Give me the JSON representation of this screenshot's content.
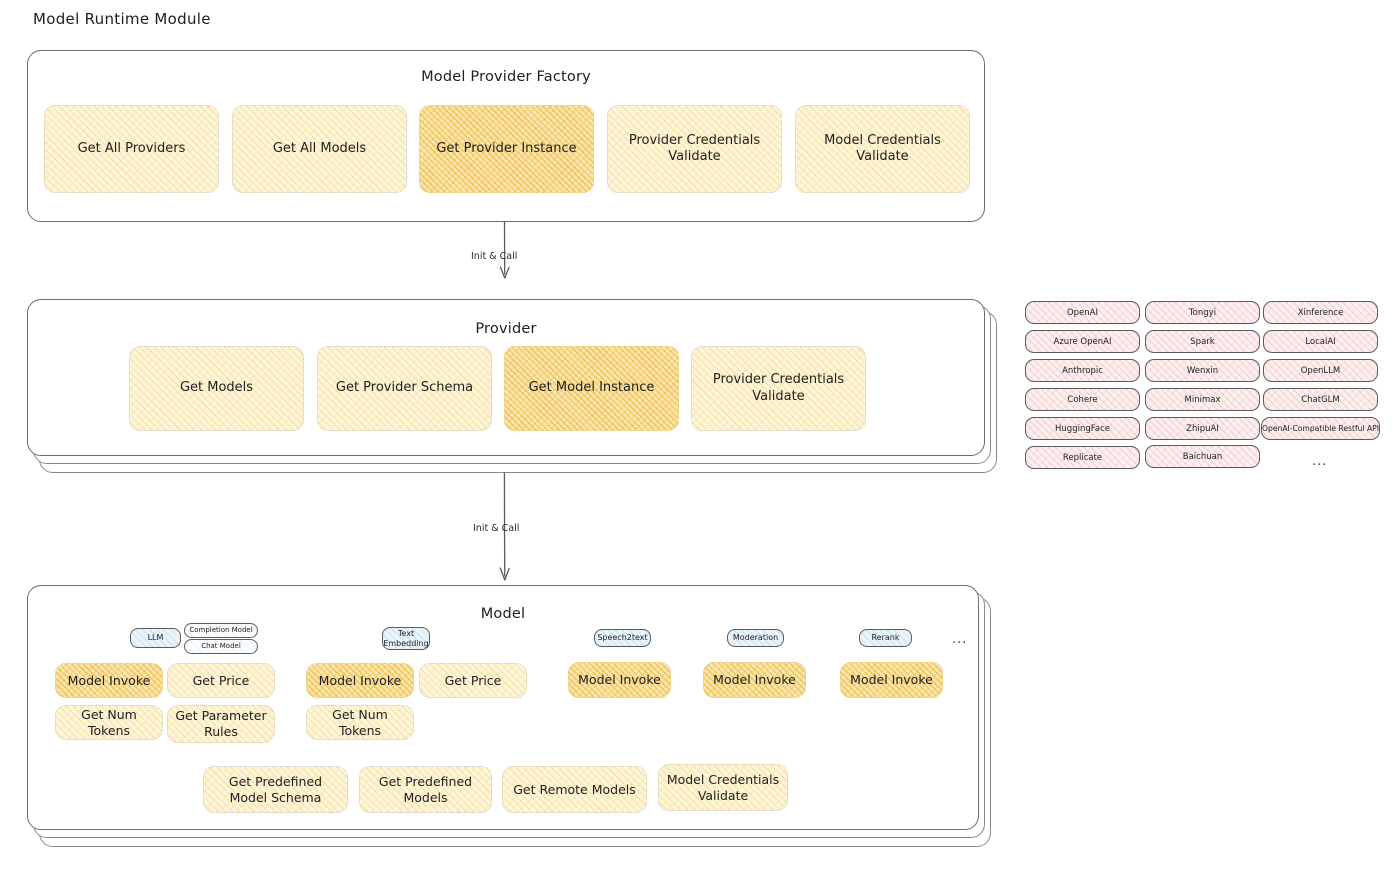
{
  "page": {
    "title": "Model Runtime Module"
  },
  "factory": {
    "title": "Model Provider Factory",
    "nodes": [
      {
        "label": "Get All Providers",
        "highlight": false
      },
      {
        "label": "Get All Models",
        "highlight": false
      },
      {
        "label": "Get Provider Instance",
        "highlight": true
      },
      {
        "label": "Provider Credentials Validate",
        "highlight": false
      },
      {
        "label": "Model Credentials Validate",
        "highlight": false
      }
    ]
  },
  "connector1": {
    "label": "Init & Call"
  },
  "provider": {
    "title": "Provider",
    "nodes": [
      {
        "label": "Get Models",
        "highlight": false
      },
      {
        "label": "Get Provider Schema",
        "highlight": false
      },
      {
        "label": "Get Model Instance",
        "highlight": true
      },
      {
        "label": "Provider Credentials Validate",
        "highlight": false
      }
    ]
  },
  "provider_list": {
    "columns": [
      [
        "OpenAI",
        "Azure OpenAI",
        "Anthropic",
        "Cohere",
        "HuggingFace",
        "Replicate"
      ],
      [
        "Tongyi",
        "Spark",
        "Wenxin",
        "Minimax",
        "ZhipuAI",
        "Baichuan"
      ],
      [
        "Xinference",
        "LocalAI",
        "OpenLLM",
        "ChatGLM",
        "OpenAI-Compatible Restful API"
      ]
    ],
    "more": "..."
  },
  "connector2": {
    "label": "Init & Call"
  },
  "model": {
    "title": "Model",
    "more": "...",
    "types": [
      {
        "badge": "LLM",
        "tags": [
          "Completion Model",
          "Chat Model"
        ],
        "nodes": [
          {
            "label": "Model Invoke",
            "highlight": true
          },
          {
            "label": "Get Price",
            "highlight": false
          },
          {
            "label": "Get Num Tokens",
            "highlight": false
          },
          {
            "label": "Get Parameter Rules",
            "highlight": false
          }
        ]
      },
      {
        "badge": "Text Embedding",
        "tags": [],
        "nodes": [
          {
            "label": "Model Invoke",
            "highlight": true
          },
          {
            "label": "Get Price",
            "highlight": false
          },
          {
            "label": "Get Num Tokens",
            "highlight": false
          }
        ]
      },
      {
        "badge": "Speech2text",
        "tags": [],
        "nodes": [
          {
            "label": "Model Invoke",
            "highlight": true
          }
        ]
      },
      {
        "badge": "Moderation",
        "tags": [],
        "nodes": [
          {
            "label": "Model Invoke",
            "highlight": true
          }
        ]
      },
      {
        "badge": "Rerank",
        "tags": [],
        "nodes": [
          {
            "label": "Model Invoke",
            "highlight": true
          }
        ]
      }
    ],
    "common_nodes": [
      {
        "label": "Get Predefined Model Schema"
      },
      {
        "label": "Get Predefined Models"
      },
      {
        "label": "Get Remote Models"
      },
      {
        "label": "Model Credentials Validate"
      }
    ]
  },
  "colors": {
    "node_fill": "#fdf6dd",
    "node_fill_highlight": "#fbe6ae",
    "chip_fill": "#fdf0f0",
    "badge_fill": "#eaf4fb",
    "stroke": "#5c5c5c",
    "text": "#1e1e1e"
  }
}
